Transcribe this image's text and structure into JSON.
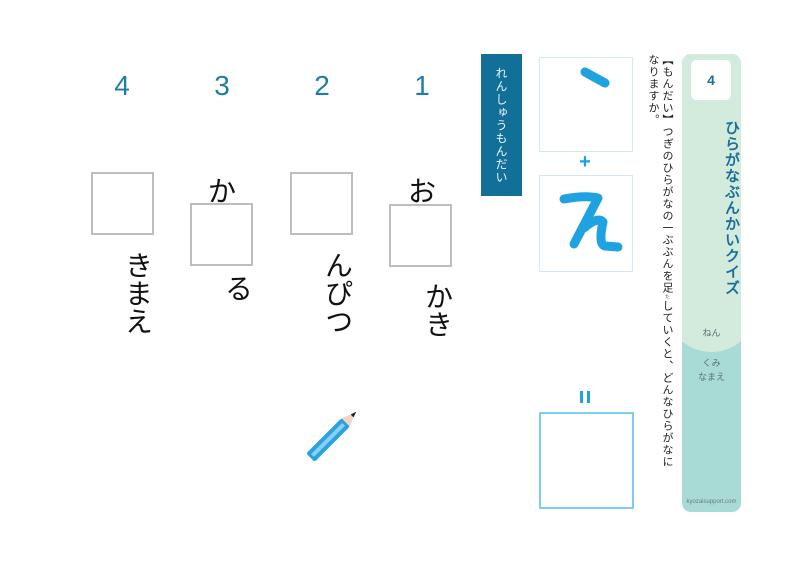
{
  "sidebar": {
    "number": "4",
    "title": "ひらがなぶんかいクイズ",
    "year_label": "ねん",
    "class_label": "くみ",
    "name_label": "なまえ",
    "site": "kyozaisupport.com",
    "colors": {
      "top": "#d3ebdc",
      "bottom": "#a8dbd5",
      "title": "#1a6f9a"
    }
  },
  "instruction": {
    "prefix": "【もんだい】",
    "text_before": "つぎのひらがなの一ぶぶんを",
    "kanji": "足",
    "ruby": "た",
    "text_after": "していくと、どんなひらがなになりますか。"
  },
  "example": {
    "part1": "丶",
    "plus": "+",
    "part2": "え",
    "equals": "=",
    "answer": "",
    "accent_color": "#1ea2e0"
  },
  "practice_banner": {
    "label": "れんしゅうもんだい",
    "color": "#126f98"
  },
  "questions": [
    {
      "number": "1",
      "above": "お",
      "below": "かき",
      "answer": ""
    },
    {
      "number": "2",
      "above": "",
      "below": "んぴつ",
      "answer": ""
    },
    {
      "number": "3",
      "above": "か",
      "below": "る",
      "answer": ""
    },
    {
      "number": "4",
      "above": "",
      "below": "きまえ",
      "answer": ""
    }
  ],
  "decoration": {
    "pencil": "pencil-icon",
    "pencil_color": "#29a3e0"
  }
}
